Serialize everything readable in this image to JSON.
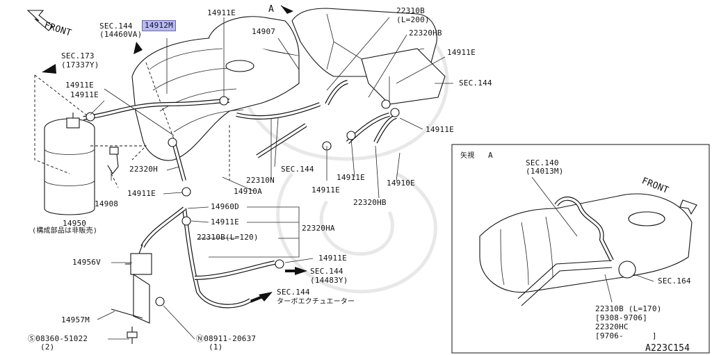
{
  "diagram": {
    "labels": {
      "front_main": "FRONT",
      "front_inset": "FRONT",
      "arrow_a": "A",
      "p14912m": "14912M",
      "sec144_top": "SEC.144",
      "sec144_top_sub": "(14460VA)",
      "sec173": "SEC.173",
      "sec173_sub": "(17337Y)",
      "p14911e_top": "14911E",
      "p14907": "14907",
      "p22310b_top": "22310B",
      "p22310b_top_sub": "(L=200)",
      "p22320hb_top": "22320HB",
      "p14911e_right1": "14911E",
      "sec144_right": "SEC.144",
      "p14911e_left1": "14911E",
      "p14911e_left2": "14911E",
      "p14911e_right2": "14911E",
      "p22320h": "22320H",
      "sec144_mid": "SEC.144",
      "p22310n": "22310N",
      "p14910a": "14910A",
      "p14911e_mid1": "14911E",
      "p14911e_mid2": "14911E",
      "p14910e": "14910E",
      "p22320hb_bottom": "22320HB",
      "p14908": "14908",
      "p14911e_lower": "14911E",
      "p14950": "14950",
      "p14950_note": "(構成部品は非販売)",
      "p14960d": "14960D",
      "p14911e_lower2": "14911E",
      "p22320ha": "22320HA",
      "p22310b_mid": "22310B(L=120)",
      "p14956v": "14956V",
      "p14911e_bottom": "14911E",
      "sec144_14483y": "SEC.144",
      "sec144_14483y_sub": "(14483Y)",
      "sec144_turbo": "SEC.144",
      "sec144_turbo_sub": "ターボエクチュエーター",
      "p14957m": "14957M",
      "s08360": "Ⓢ08360-51022",
      "s08360_sub": "(2)",
      "n08911": "Ⓝ08911-20637",
      "n08911_sub": "(1)",
      "inset_title": "矢視",
      "inset_a": "A",
      "sec140": "SEC.140",
      "sec140_sub": "(14013M)",
      "sec164": "SEC.164",
      "p22310b_inset": "22310B (L=170)",
      "p22310b_inset_date": "[9308-9706]",
      "p22320hc": "22320HC",
      "p22320hc_date": "[9706-      ]",
      "figure_code": "A223C154"
    }
  }
}
